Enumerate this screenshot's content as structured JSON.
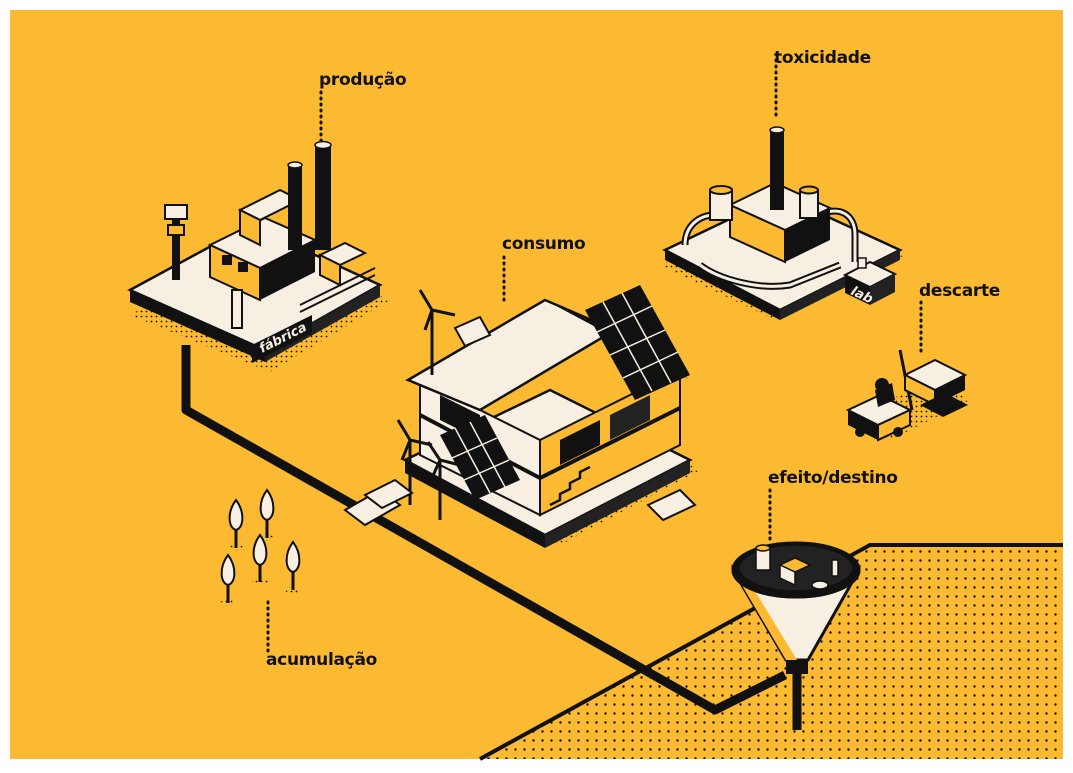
{
  "colors": {
    "background": "#FBBA32",
    "ink": "#111111",
    "paper": "#F6EFE2",
    "frame": "#FFFFFF"
  },
  "labels": {
    "producao": "produção",
    "toxicidade": "toxicidade",
    "consumo": "consumo",
    "descarte": "descarte",
    "efeito_destino": "efeito/destino",
    "acumulacao": "acumulação"
  },
  "plates": {
    "fabrica": "fábrica",
    "lab": "lab"
  }
}
